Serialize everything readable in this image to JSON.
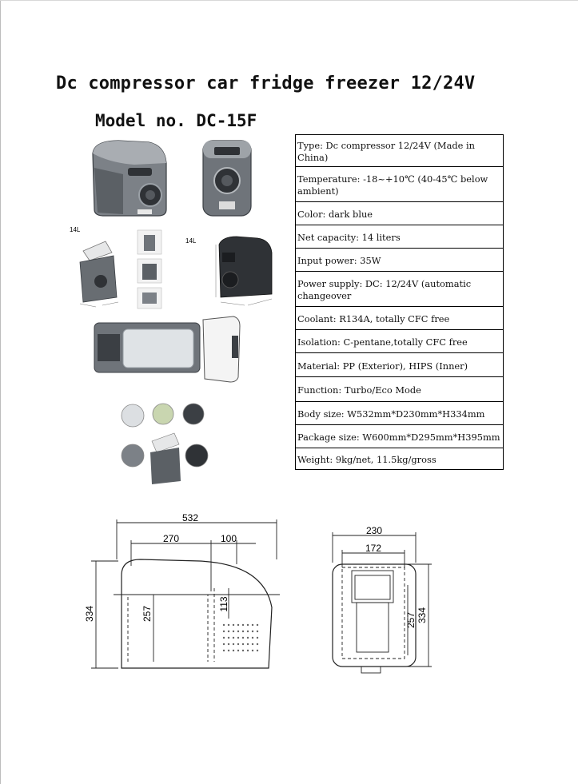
{
  "header": {
    "title": "Dc compressor car fridge freezer 12/24V",
    "model": "Model no. DC-15F"
  },
  "specs": [
    "Type: Dc compressor 12/24V (Made in China)",
    "Temperature: -18~+10℃ (40-45℃ below ambient)",
    "Color: dark blue",
    "Net capacity: 14 liters",
    "Input power: 35W",
    "Power supply: DC: 12/24V (automatic changeover",
    "Coolant: R134A, totally CFC free",
    "Isolation: C-pentane,totally CFC free",
    "Material: PP (Exterior), HIPS (Inner)",
    "Function: Turbo/Eco Mode",
    "Body size: W532mm*D230mm*H334mm",
    "Package size: W600mm*D295mm*H395mm",
    "Weight: 9kg/net, 11.5kg/gross"
  ],
  "photo_labels": {
    "capacity_left": "14L",
    "capacity_right": "14L"
  },
  "drawing_front": {
    "width": "532",
    "inner_width": "270",
    "offset": "100",
    "height": "334",
    "inner_height": "257",
    "step_height": "113"
  },
  "drawing_side": {
    "width": "230",
    "inner_width": "172",
    "inner_height": "257",
    "height": "334"
  },
  "colors": {
    "fridge_body": "#6f747a",
    "fridge_dark": "#3b3f44",
    "fridge_light": "#a9adb2",
    "line": "#222222"
  }
}
